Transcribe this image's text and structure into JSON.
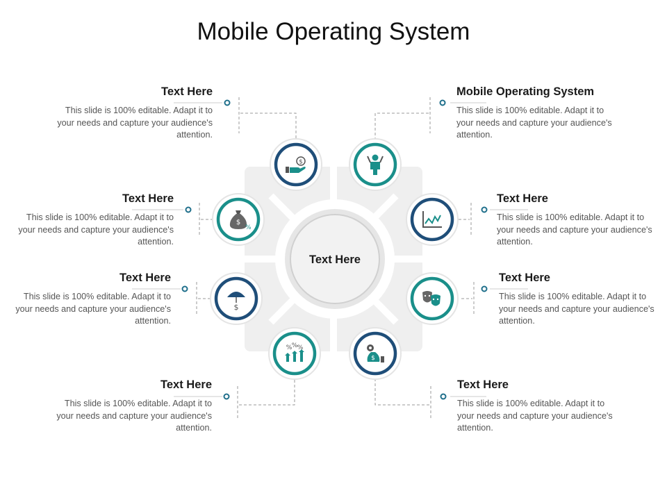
{
  "title": "Mobile Operating System",
  "center_label": "Text Here",
  "colors": {
    "teal": "#1a8f8a",
    "navy": "#1f4e79",
    "icon_gray": "#555555",
    "gear_gray": "#eeeeee",
    "connector_gray": "#9a9a9a"
  },
  "items": [
    {
      "heading": "Text Here",
      "body": "This slide is 100% editable. Adapt it to your needs and capture your audience's attention.",
      "icon": "money-hand-icon"
    },
    {
      "heading": "Mobile Operating System",
      "body": "This slide is 100% editable. Adapt it to your needs and capture your audience's attention.",
      "icon": "businessman-icon"
    },
    {
      "heading": "Text Here",
      "body": "This slide is 100% editable. Adapt it to your needs and capture your audience's attention.",
      "icon": "money-bag-icon"
    },
    {
      "heading": "Text Here",
      "body": "This slide is 100% editable. Adapt it to your needs and capture your audience's attention.",
      "icon": "line-chart-icon"
    },
    {
      "heading": "Text Here",
      "body": "This slide is 100% editable. Adapt it to your needs and capture your audience's attention.",
      "icon": "umbrella-dollar-icon"
    },
    {
      "heading": "Text Here",
      "body": "This slide is 100% editable. Adapt it to your needs and capture your audience's attention.",
      "icon": "theater-masks-icon"
    },
    {
      "heading": "Text Here",
      "body": "This slide is 100% editable. Adapt it to your needs and capture your audience's attention.",
      "icon": "percent-arrows-icon"
    },
    {
      "heading": "Text Here",
      "body": "This slide is 100% editable. Adapt it to your needs and capture your audience's attention.",
      "icon": "hand-dollar-gear-icon"
    }
  ]
}
